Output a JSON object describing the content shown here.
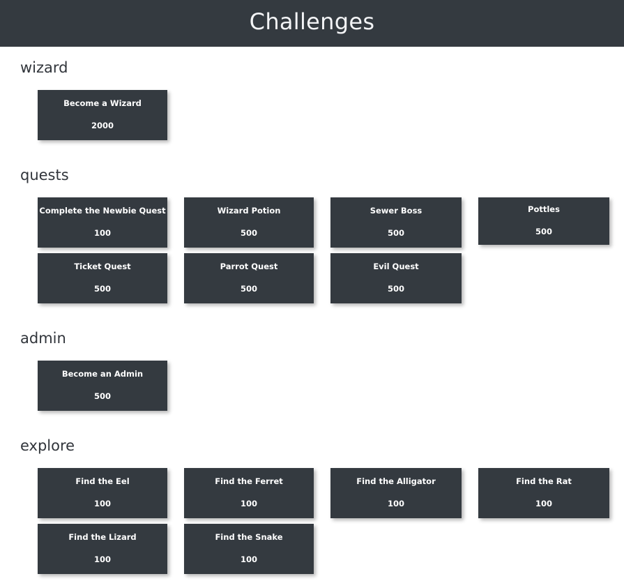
{
  "header": {
    "title": "Challenges",
    "background_color": "#343a40",
    "text_color": "#f3f4f6"
  },
  "theme": {
    "page_background": "#ffffff",
    "card_background": "#343a40",
    "card_text": "#ffffff",
    "heading_text": "#31353b"
  },
  "sections": [
    {
      "id": "wizard",
      "heading": "wizard",
      "cards": [
        {
          "title": "Become a Wizard",
          "points": "2000"
        }
      ]
    },
    {
      "id": "quests",
      "heading": "quests",
      "cards": [
        {
          "title": "Complete the Newbie Quest",
          "points": "100"
        },
        {
          "title": "Wizard Potion",
          "points": "500"
        },
        {
          "title": "Sewer Boss",
          "points": "500"
        },
        {
          "title": "Pottles",
          "points": "500"
        },
        {
          "title": "Ticket Quest",
          "points": "500"
        },
        {
          "title": "Parrot Quest",
          "points": "500"
        },
        {
          "title": "Evil Quest",
          "points": "500"
        }
      ]
    },
    {
      "id": "admin",
      "heading": "admin",
      "cards": [
        {
          "title": "Become an Admin",
          "points": "500"
        }
      ]
    },
    {
      "id": "explore",
      "heading": "explore",
      "cards": [
        {
          "title": "Find the Eel",
          "points": "100"
        },
        {
          "title": "Find the Ferret",
          "points": "100"
        },
        {
          "title": "Find the Alligator",
          "points": "100"
        },
        {
          "title": "Find the Rat",
          "points": "100"
        },
        {
          "title": "Find the Lizard",
          "points": "100"
        },
        {
          "title": "Find the Snake",
          "points": "100"
        }
      ]
    }
  ]
}
